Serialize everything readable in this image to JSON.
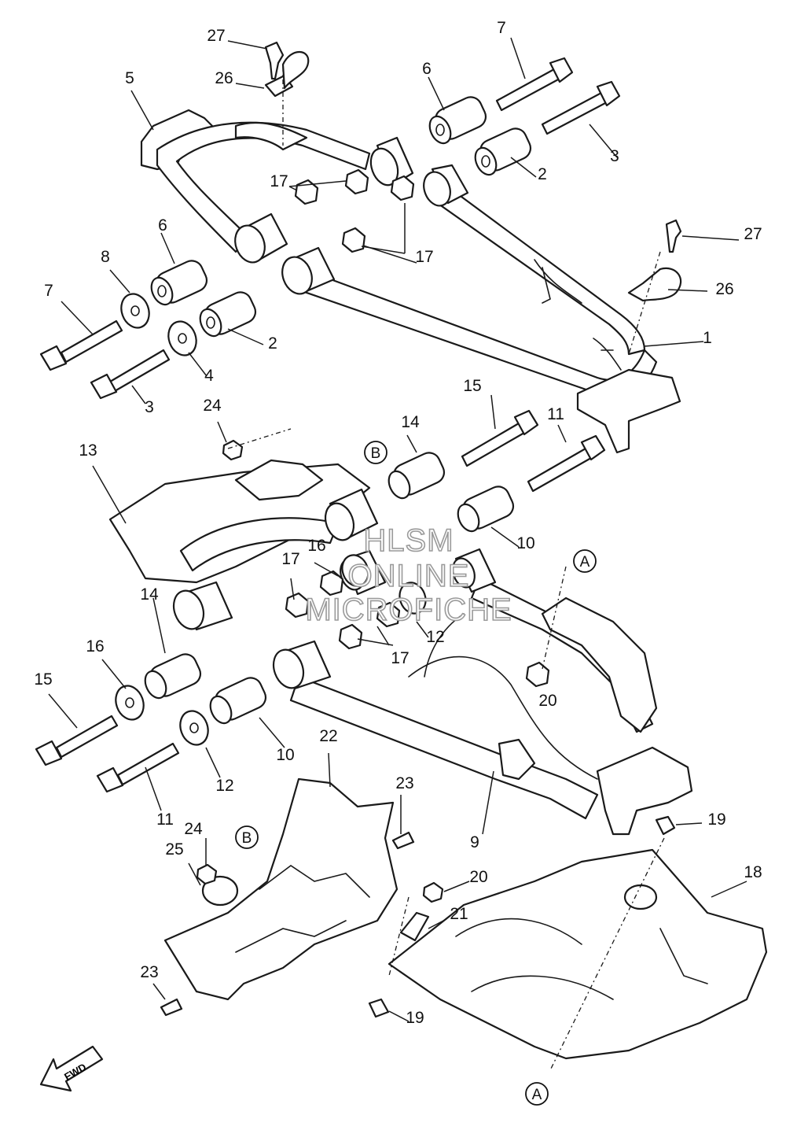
{
  "labels": [
    {
      "id": "p27a",
      "text": "27"
    },
    {
      "id": "p26a",
      "text": "26"
    },
    {
      "id": "p5",
      "text": "5"
    },
    {
      "id": "p7a",
      "text": "7"
    },
    {
      "id": "p6a",
      "text": "6"
    },
    {
      "id": "p3a",
      "text": "3"
    },
    {
      "id": "p2a",
      "text": "2"
    },
    {
      "id": "p17a",
      "text": "17"
    },
    {
      "id": "p27b",
      "text": "27"
    },
    {
      "id": "p26b",
      "text": "26"
    },
    {
      "id": "p1",
      "text": "1"
    },
    {
      "id": "p6b",
      "text": "6"
    },
    {
      "id": "p8",
      "text": "8"
    },
    {
      "id": "p7b",
      "text": "7"
    },
    {
      "id": "p17b",
      "text": "17"
    },
    {
      "id": "p2b",
      "text": "2"
    },
    {
      "id": "p4",
      "text": "4"
    },
    {
      "id": "p3b",
      "text": "3"
    },
    {
      "id": "p24a",
      "text": "24"
    },
    {
      "id": "p15a",
      "text": "15"
    },
    {
      "id": "p14a",
      "text": "14"
    },
    {
      "id": "p11a",
      "text": "11"
    },
    {
      "id": "p13",
      "text": "13"
    },
    {
      "id": "p10a",
      "text": "10"
    },
    {
      "id": "p16a",
      "text": "16"
    },
    {
      "id": "p17c",
      "text": "17"
    },
    {
      "id": "p14b",
      "text": "14"
    },
    {
      "id": "p12a",
      "text": "12"
    },
    {
      "id": "p17d",
      "text": "17"
    },
    {
      "id": "p16b",
      "text": "16"
    },
    {
      "id": "p20a",
      "text": "20"
    },
    {
      "id": "p15b",
      "text": "15"
    },
    {
      "id": "p10b",
      "text": "10"
    },
    {
      "id": "p12b",
      "text": "12"
    },
    {
      "id": "p22",
      "text": "22"
    },
    {
      "id": "p23a",
      "text": "23"
    },
    {
      "id": "p11b",
      "text": "11"
    },
    {
      "id": "p9",
      "text": "9"
    },
    {
      "id": "p24b",
      "text": "24"
    },
    {
      "id": "p19a",
      "text": "19"
    },
    {
      "id": "p25",
      "text": "25"
    },
    {
      "id": "p18",
      "text": "18"
    },
    {
      "id": "p20b",
      "text": "20"
    },
    {
      "id": "p21",
      "text": "21"
    },
    {
      "id": "p23b",
      "text": "23"
    },
    {
      "id": "p19b",
      "text": "19"
    }
  ],
  "callouts": [
    {
      "id": "cB1",
      "text": "B"
    },
    {
      "id": "cA1",
      "text": "A"
    },
    {
      "id": "cB2",
      "text": "B"
    },
    {
      "id": "cA2",
      "text": "A"
    }
  ],
  "watermark": [
    "HLSM",
    "ONLINE",
    "MICROFICHE"
  ],
  "fwd_label": "FWD"
}
